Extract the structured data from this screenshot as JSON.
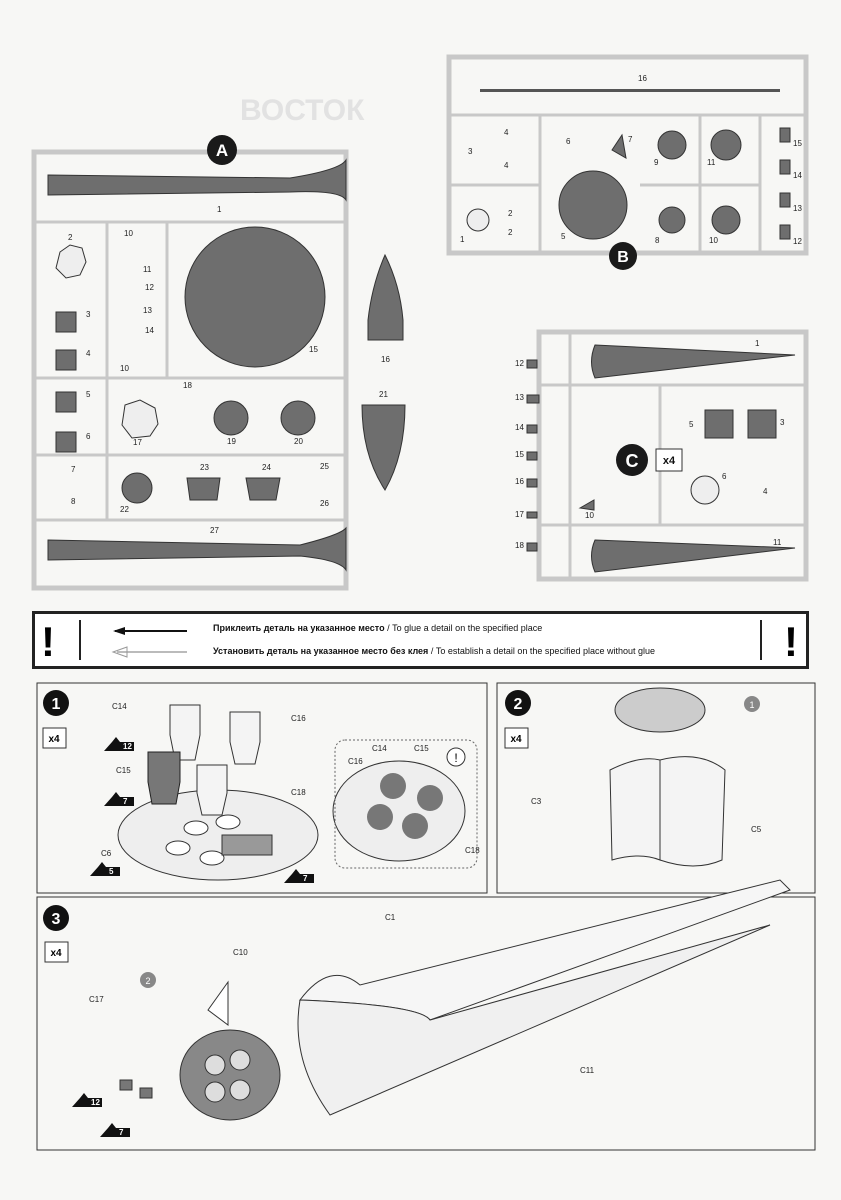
{
  "sprue_a": {
    "letter": "A",
    "parts": [
      "1",
      "2",
      "10",
      "11",
      "12",
      "13",
      "14",
      "10",
      "3",
      "4",
      "5",
      "6",
      "15",
      "16",
      "17",
      "18",
      "19",
      "20",
      "21",
      "7",
      "8",
      "22",
      "23",
      "24",
      "25",
      "26",
      "27"
    ]
  },
  "sprue_b": {
    "letter": "B",
    "parts": [
      "16",
      "3",
      "4",
      "4",
      "6",
      "7",
      "9",
      "11",
      "15",
      "14",
      "13",
      "12",
      "2",
      "2",
      "1",
      "5",
      "8",
      "10"
    ]
  },
  "sprue_c": {
    "letter": "C",
    "multiplier": "x4",
    "parts": [
      "1",
      "12",
      "13",
      "14",
      "15",
      "16",
      "17",
      "18",
      "5",
      "3",
      "6",
      "4",
      "10",
      "11"
    ]
  },
  "legend": {
    "glue_ru": "Приклеить деталь на указанное место",
    "glue_en": "To glue a detail on the specified place",
    "noglue_ru": "Установить деталь на указанное место без клея",
    "noglue_en": "To establish a detail on the specified place without glue",
    "separator": "/",
    "mark": "!"
  },
  "step1": {
    "number": "1",
    "multiplier": "x4",
    "labels": [
      "C14",
      "C16",
      "C15",
      "C18",
      "C6"
    ],
    "detail_labels": [
      "C16",
      "C14",
      "C15",
      "C18"
    ],
    "stars": [
      "12",
      "7",
      "5",
      "7"
    ],
    "warning": "!"
  },
  "step2": {
    "number": "2",
    "multiplier": "x4",
    "labels": [
      "C3",
      "C5"
    ],
    "ref": "1"
  },
  "step3": {
    "number": "3",
    "multiplier": "x4",
    "labels": [
      "C1",
      "C10",
      "C17",
      "C11"
    ],
    "ref": "2",
    "stars": [
      "12",
      "7"
    ]
  }
}
